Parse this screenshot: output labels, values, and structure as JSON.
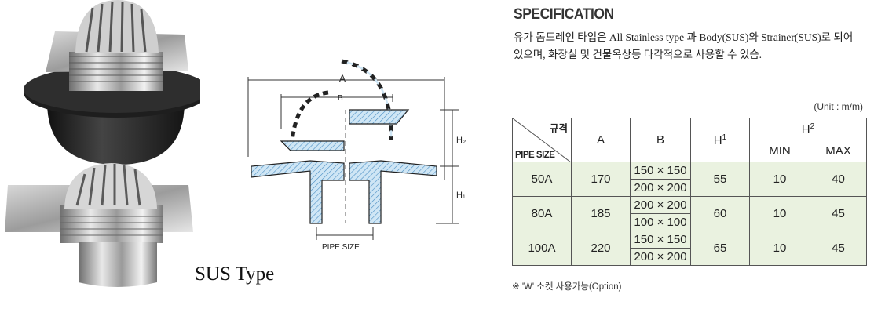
{
  "caption": "SUS Type",
  "diagram": {
    "label_a": "A",
    "label_b": "B",
    "label_h2": "H₂",
    "label_h1": "H₁",
    "label_pipe": "PIPE SIZE"
  },
  "spec": {
    "title": "SPECIFICATION",
    "desc_line1": "유가 돔드레인 타입은 All Stainless type 과 Body(SUS)와 Strainer(SUS)로 되어",
    "desc_line2": "있으며, 화장실 및 건물옥상등 다각적으로 사용할 수 있슴.",
    "unit": "(Unit : m/m)"
  },
  "table": {
    "corner_top": "규격",
    "corner_bottom": "PIPE SIZE",
    "col_a": "A",
    "col_b": "B",
    "col_h1_base": "H",
    "col_h1_sup": "1",
    "col_h2_base": "H",
    "col_h2_sup": "2",
    "col_min": "MIN",
    "col_max": "MAX",
    "rows": [
      {
        "pipe": "50A",
        "a": "170",
        "b1": "150 × 150",
        "b2": "200 × 200",
        "h1": "55",
        "min": "10",
        "max": "40"
      },
      {
        "pipe": "80A",
        "a": "185",
        "b1": "200 × 200",
        "b2": "100 × 100",
        "h1": "60",
        "min": "10",
        "max": "45"
      },
      {
        "pipe": "100A",
        "a": "220",
        "b1": "150 × 150",
        "b2": "200 × 200",
        "h1": "65",
        "min": "10",
        "max": "45"
      }
    ]
  },
  "note": "※  'W'  소켓 사용가능(Option)"
}
